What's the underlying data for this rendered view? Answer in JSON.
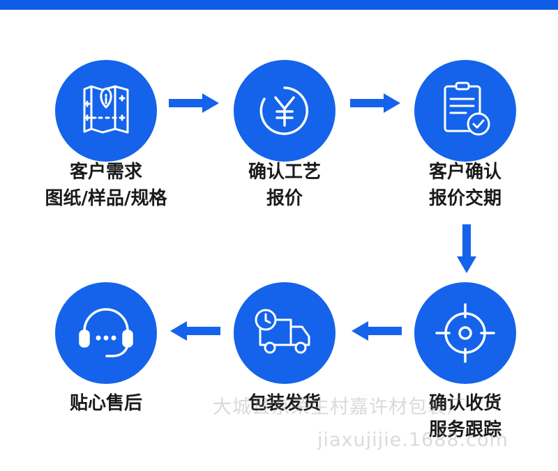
{
  "steps": [
    {
      "line1": "客户需求",
      "line2": "图纸/样品/规格",
      "icon": "blueprint-info-icon"
    },
    {
      "line1": "确认工艺",
      "line2": "报价",
      "icon": "yen-coin-icon"
    },
    {
      "line1": "客户确认",
      "line2": "报价交期",
      "icon": "clipboard-check-icon"
    },
    {
      "line1": "确认收货",
      "line2": "服务跟踪",
      "icon": "target-crosshair-icon"
    },
    {
      "line1": "包装发货",
      "line2": "",
      "icon": "delivery-truck-icon"
    },
    {
      "line1": "贴心售后",
      "line2": "",
      "icon": "headset-support-icon"
    }
  ],
  "watermark": {
    "line1": "大城县京荣生村嘉许材包装厂",
    "line2": "jiaxujijie.1688.com"
  },
  "colors": {
    "accent": "#1463ea",
    "topbar": "#0d5ce6",
    "text": "#1a1a1a"
  }
}
